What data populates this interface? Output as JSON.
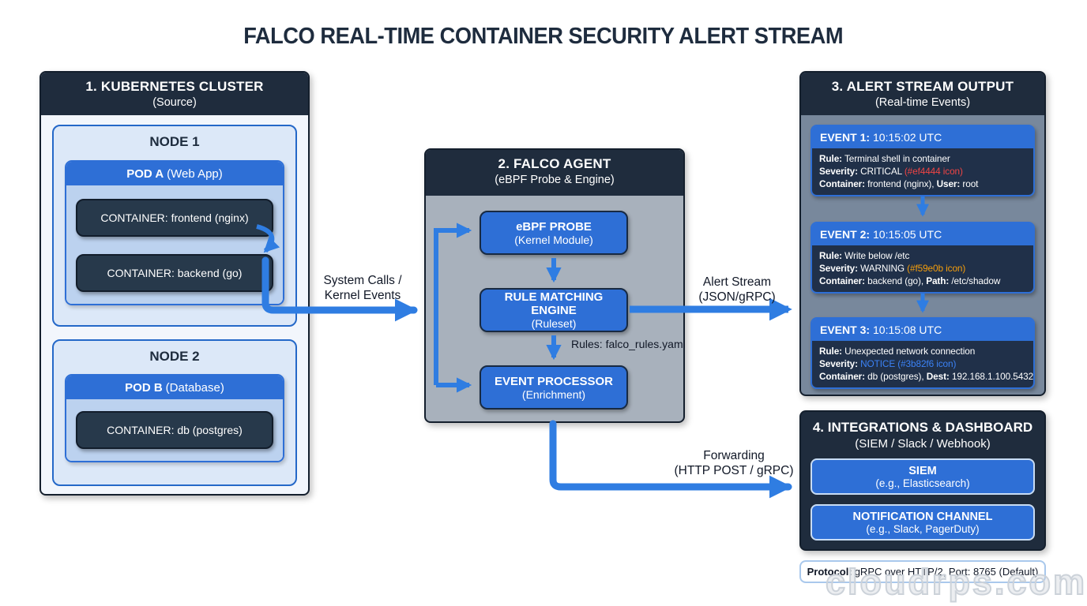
{
  "page": {
    "title": "FALCO REAL-TIME CONTAINER SECURITY ALERT STREAM",
    "watermark": "cloudrps.com"
  },
  "colors": {
    "accent_blue": "#2e6fd6",
    "arrow_blue": "#2f7de2",
    "header_dark": "#1f2c3d",
    "critical": "#ef4444",
    "warning": "#f59e0b",
    "notice": "#3b82f6"
  },
  "cluster": {
    "title": "1. KUBERNETES CLUSTER",
    "subtitle": "(Source)",
    "node1": {
      "label": "NODE 1",
      "pod_name": "POD A",
      "pod_desc": "(Web App)",
      "container1": "CONTAINER: frontend (nginx)",
      "container2": "CONTAINER: backend (go)"
    },
    "node2": {
      "label": "NODE 2",
      "pod_name": "POD B",
      "pod_desc": "(Database)",
      "container1": "CONTAINER: db (postgres)"
    }
  },
  "agent": {
    "title": "2. FALCO AGENT",
    "subtitle": "(eBPF Probe & Engine)",
    "probe_name": "eBPF PROBE",
    "probe_desc": "(Kernel Module)",
    "engine_name": "RULE MATCHING ENGINE",
    "engine_desc": "(Ruleset)",
    "processor_name": "EVENT PROCESSOR",
    "processor_desc": "(Enrichment)"
  },
  "labels": {
    "syscalls_1": "System Calls /",
    "syscalls_2": "Kernel Events",
    "alert_1": "Alert Stream",
    "alert_2": "(JSON/gRPC)",
    "rules_file": "Rules: falco_rules.yaml",
    "fwd_1": "Forwarding",
    "fwd_2": "(HTTP POST / gRPC)"
  },
  "alerts": {
    "title": "3. ALERT STREAM OUTPUT",
    "subtitle": "(Real-time Events)",
    "events": [
      {
        "name": "EVENT 1:",
        "time": " 10:15:02 UTC",
        "rule_label": "Rule:",
        "rule": " Terminal shell in container",
        "severity_label": "Severity:",
        "severity": " CRITICAL ",
        "severity_icon": "(#ef4444 icon)",
        "severity_color": "#ffffff",
        "icon_color": "#ef4444",
        "c_label": "Container:",
        "c_val": " frontend (nginx), ",
        "x_label": "User:",
        "x_val": " root"
      },
      {
        "name": "EVENT 2:",
        "time": " 10:15:05 UTC",
        "rule_label": "Rule:",
        "rule": " Write below /etc",
        "severity_label": "Severity:",
        "severity": " WARNING ",
        "severity_icon": "(#f59e0b icon)",
        "severity_color": "#ffffff",
        "icon_color": "#f59e0b",
        "c_label": "Container:",
        "c_val": " backend (go), ",
        "x_label": "Path:",
        "x_val": " /etc/shadow"
      },
      {
        "name": "EVENT 3:",
        "time": " 10:15:08 UTC",
        "rule_label": "Rule:",
        "rule": " Unexpected network connection",
        "severity_label": "Severity:",
        "severity": " NOTICE ",
        "severity_icon": "(#3b82f6 icon)",
        "severity_color": "#3b82f6",
        "icon_color": "#3b82f6",
        "c_label": "Container:",
        "c_val": " db (postgres), ",
        "x_label": "Dest:",
        "x_val": " 192.168.1.100.5432"
      }
    ]
  },
  "integrations": {
    "title": "4. INTEGRATIONS & DASHBOARD",
    "subtitle": "(SIEM / Slack / Webhook)",
    "siem_name": "SIEM",
    "siem_desc": "(e.g., Elasticsearch)",
    "notif_name": "NOTIFICATION CHANNEL",
    "notif_desc": "(e.g., Slack, PagerDuty)"
  },
  "protocol": {
    "bold": "Protocol:",
    "text": " gRPC over HTTP/2, Port: 8765 (Default)"
  }
}
